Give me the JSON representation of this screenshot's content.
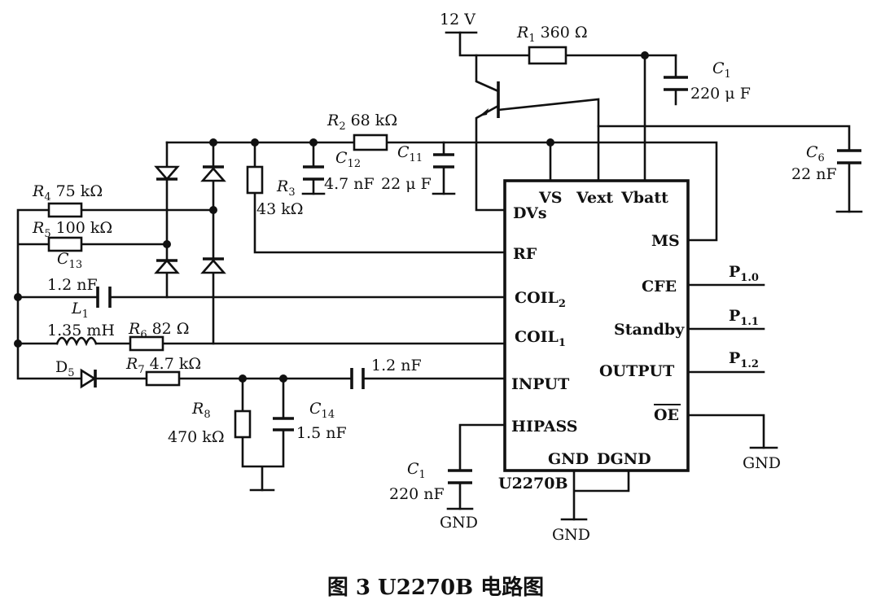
{
  "caption": "图 3   U2270B 电路图",
  "ic": {
    "name": "U2270B",
    "pins_left": [
      "DVs",
      "RF",
      "COIL",
      "COIL",
      "INPUT",
      "HIPASS"
    ],
    "pins_left_subs": [
      "",
      "",
      "2",
      "1",
      "",
      ""
    ],
    "pins_top": [
      "VS",
      "Vext",
      "Vbatt"
    ],
    "pins_right": [
      "MS",
      "CFE",
      "Standby",
      "OUTPUT",
      "OE"
    ],
    "pins_bottom": [
      "GND",
      "DGND"
    ]
  },
  "ports": {
    "p10": {
      "main": "P",
      "sub": "1.0"
    },
    "p11": {
      "main": "P",
      "sub": "1.1"
    },
    "p12": {
      "main": "P",
      "sub": "1.2"
    }
  },
  "supply": "12 V",
  "gnd": "GND",
  "components": {
    "r1": {
      "ref": "R",
      "sub": "1",
      "value": "360 Ω"
    },
    "r2": {
      "ref": "R",
      "sub": "2",
      "value": "68 kΩ"
    },
    "r3": {
      "ref": "R",
      "sub": "3",
      "value": "43 kΩ"
    },
    "r4": {
      "ref": "R",
      "sub": "4",
      "value": "75 kΩ"
    },
    "r5": {
      "ref": "R",
      "sub": "5",
      "value": "100 kΩ"
    },
    "r6": {
      "ref": "R",
      "sub": "6",
      "value": "82 Ω"
    },
    "r7": {
      "ref": "R",
      "sub": "7",
      "value": "4.7 kΩ"
    },
    "r8": {
      "ref": "R",
      "sub": "8",
      "value": "470 kΩ"
    },
    "c1_top": {
      "ref": "C",
      "sub": "1",
      "value": "220 μ F"
    },
    "c6": {
      "ref": "C",
      "sub": "6",
      "value": "22 nF"
    },
    "c11": {
      "ref": "C",
      "sub": "11",
      "value": "22 μ F"
    },
    "c12": {
      "ref": "C",
      "sub": "12",
      "value": "4.7 nF"
    },
    "c13": {
      "ref": "C",
      "sub": "13",
      "value": "1.2 nF"
    },
    "c14": {
      "ref": "C",
      "sub": "14",
      "value": "1.5 nF"
    },
    "c_input": {
      "value": "1.2 nF"
    },
    "c1_bottom": {
      "ref": "C",
      "sub": "1",
      "value": "220 nF"
    },
    "l1": {
      "ref": "L",
      "sub": "1",
      "value": "1.35 mH"
    },
    "d5": {
      "ref": "D",
      "sub": "5"
    }
  }
}
